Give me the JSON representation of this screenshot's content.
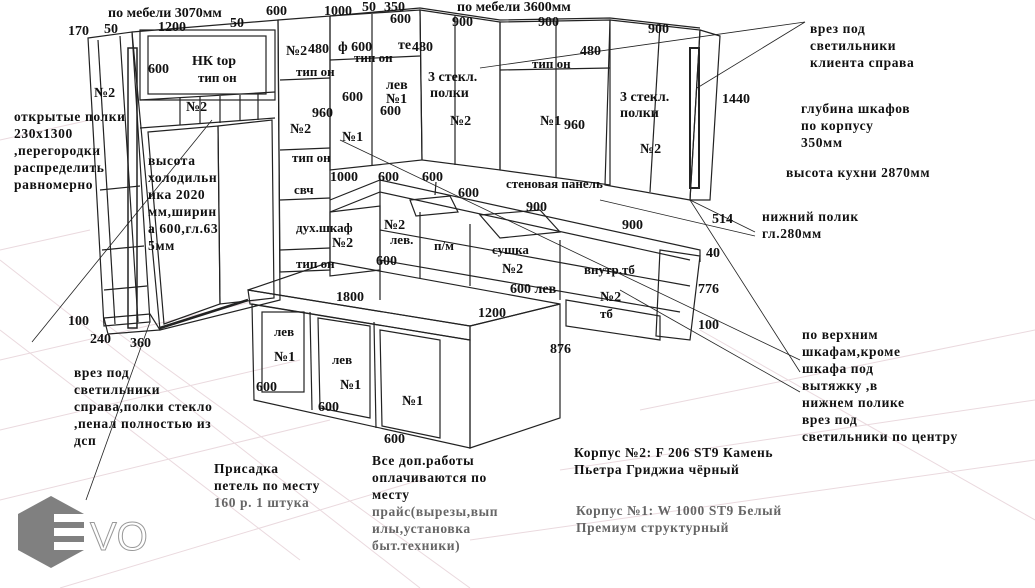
{
  "title_dims": {
    "left_furniture": "по мебели 3070мм",
    "right_furniture": "по мебели 3600мм"
  },
  "top_dims": [
    "170",
    "50",
    "1200",
    "50",
    "600",
    "1000",
    "50",
    "350",
    "600",
    "900",
    "900",
    "900"
  ],
  "upper_labels": {
    "hk_top": "НК top",
    "tip_on_1": "тип он",
    "no2_a": "№2",
    "n480_a": "480",
    "f600": "ф 600",
    "tip_on_2": "тип он",
    "tip_on_3": "тип он",
    "te": "те",
    "n480_b": "480",
    "glass3_a": "3 стекл.",
    "polki_a": "полки",
    "tip_on_4": "тип он",
    "n480_c": "480",
    "glass3_b": "3 стекл.",
    "polki_b": "полки",
    "n600_a": "600",
    "no2_left": "№2",
    "no2_mid": "№2",
    "n960_a": "960",
    "n600_b": "600",
    "lev_a": "лев",
    "no1_a": "№1",
    "n600_c": "600",
    "no2_b": "№2",
    "no1_b": "№1",
    "no1_c": "№1",
    "n960_b": "960",
    "no2_c": "№2",
    "n1440": "1440"
  },
  "mid_labels": {
    "tip_on_5": "тип он",
    "svch": "свч",
    "n1000": "1000",
    "n600_d": "600",
    "n600_e": "600",
    "n600_f": "600",
    "wall_panel": "стеновая панель",
    "n900_a": "900",
    "n900_b": "900",
    "n514": "514",
    "oven": "дух.шкаф",
    "no2_d": "№2",
    "lev_b": "лев.",
    "pm": "п/м",
    "no2_e": "№2",
    "tip_on_6": "тип он",
    "n600_g": "600",
    "sushka": "сушка",
    "no2_f": "№2",
    "vnutr_tb": "внутр.тб",
    "n40": "40",
    "n600_h": "600 лев",
    "no2_g": "№2",
    "tb": "тб",
    "n776": "776",
    "n100_r": "100"
  },
  "island": {
    "n1800": "1800",
    "n1200": "1200",
    "n876": "876",
    "lev_1": "лев",
    "no1_1": "№1",
    "lev_2": "лев",
    "no1_2": "№1",
    "no1_3": "№1",
    "n600_1": "600",
    "n600_2": "600",
    "n600_3": "600"
  },
  "left_dims": {
    "n100": "100",
    "n240": "240",
    "n360": "360"
  },
  "notes": {
    "open_shelves": "открытые полки\n230х1300\n,перегородки\nраспределить\nравномерно",
    "fridge": "высота\nхолодильн\nика 2020\nмм,ширин\nа 600,гл.63\n5мм",
    "lights_client": "врез под\nсветильники\nклиента   справа",
    "depth": "глубина шкафов\nпо корпусу\n350мм",
    "height": "высота кухни  2870мм",
    "bottom_shelf": "нижний полик\nгл.280мм",
    "upper_cabinets": "по верхним\nшкафам,кроме\nшкафа под\nвытяжку ,в\nнижнем полике\nврез под\nсветильники  по центру",
    "lights_right": "врез под\nсветильники\nсправа,полки стекло\n,пенал полностью из\nдсп",
    "hinges_title": "Присадка\nпетель по месту",
    "hinges_price": "160 р. 1 штука",
    "extra_title": "Все доп.работы\nоплачиваются по\nместу",
    "extra_list": "прайс(вырезы,вып\nилы,установка\nбыт.техники)",
    "body2": "Корпус №2: F 206 ST9 Камень\nПьетра Гриджиа чёрный",
    "body1": "Корпус №1: W 1000 ST9 Белый\nПремиум структурный"
  },
  "logo": {
    "text": "EVO",
    "color": "#808080"
  },
  "colors": {
    "line": "#222222",
    "grid": "#e8d8dc",
    "text_gray": "#666666"
  }
}
